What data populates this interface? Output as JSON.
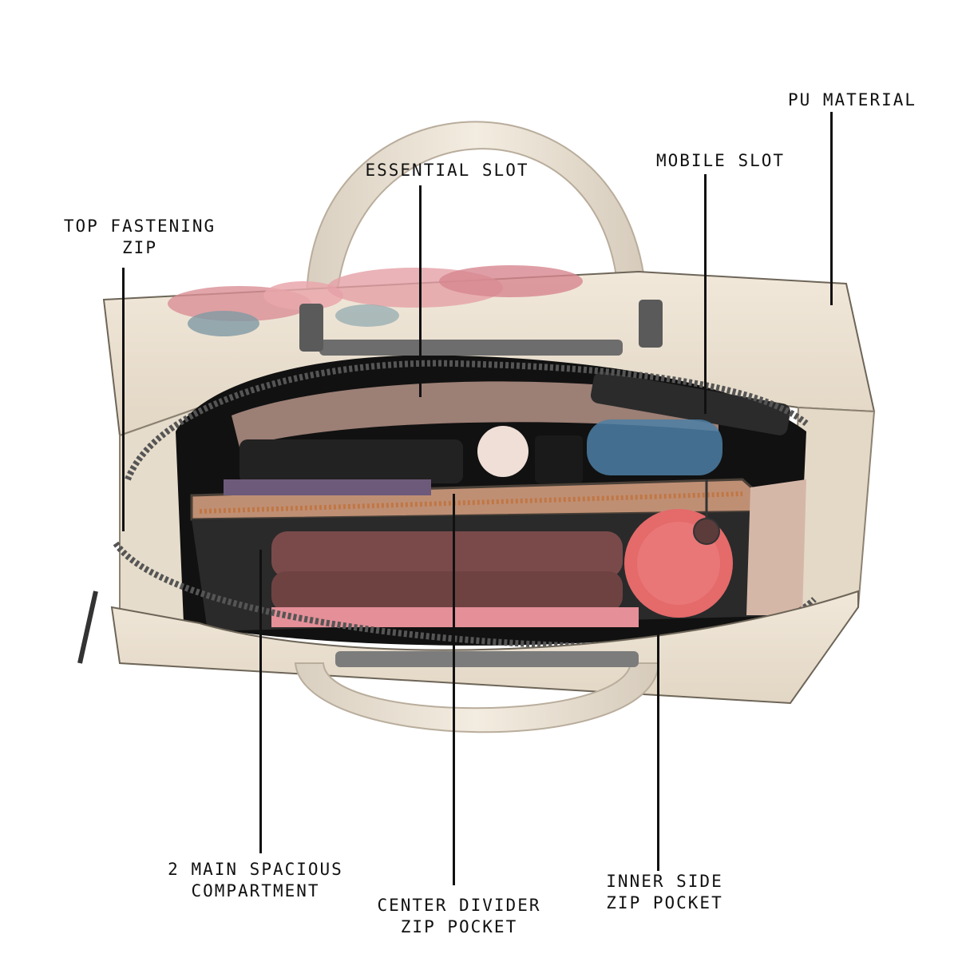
{
  "labels": {
    "top_fastening_zip": [
      "TOP FASTENING",
      "ZIP"
    ],
    "essential_slot": "ESSENTIAL SLOT",
    "mobile_slot": "MOBILE SLOT",
    "pu_material": "PU MATERIAL",
    "main_compartment": [
      "2 MAIN SPACIOUS",
      "COMPARTMENT"
    ],
    "center_divider": [
      "CENTER DIVIDER",
      "ZIP POCKET"
    ],
    "inner_side_zip": [
      "INNER SIDE",
      "ZIP POCKET"
    ]
  },
  "colors": {
    "bag_body": "#ece2d2",
    "lining": "#caa08e",
    "purse": "#7a4a4a",
    "round_case": "#e56a6a",
    "ink": "#111111"
  }
}
